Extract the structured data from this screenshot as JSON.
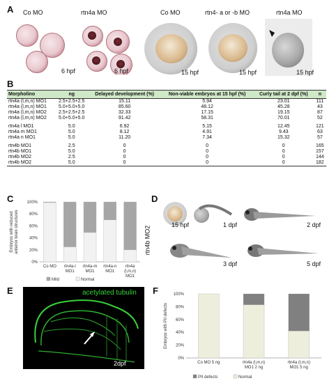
{
  "panel_letters": {
    "a": "A",
    "b": "B",
    "c": "C",
    "d": "D",
    "e": "E",
    "f": "F"
  },
  "panel_a": {
    "labels": [
      "Co MO",
      "rtn4a MO",
      "Co MO",
      "rtn4- a or -b MO",
      "rtn4a MO"
    ],
    "stages": [
      "6 hpf",
      "6 hpf",
      "15 hpf",
      "15 hpf",
      "15 hpf"
    ]
  },
  "table": {
    "headers": [
      "Morpholino",
      "ng",
      "Delayed development (%)",
      "Non-viable embryos at 15 hpf (%)",
      "Curly tail at 2 dpf (%)",
      "n"
    ],
    "rows": [
      [
        "rtn4a (l,m,n) MO1",
        "2.5+2.5+2.5",
        "15.11",
        "5.94",
        "23.01",
        "111"
      ],
      [
        "rtn4a (l,m,n) MO1",
        "5.0+5.0+5.0",
        "85.60",
        "48.12",
        "45.28",
        "43"
      ],
      [
        "rtn4a (l,m,n) MO2",
        "2.5+2.5+2.5",
        "32.33",
        "17.15",
        "19.15",
        "87"
      ],
      [
        "rtn4a (l,m,n) MO2",
        "5.0+5.0+5.0",
        "91.42",
        "58.31",
        "70.01",
        "52"
      ],
      [
        "rtn4a l MO1",
        "5.0",
        "6.92",
        "5.15",
        "12.45",
        "121"
      ],
      [
        "rtn4a m MO1",
        "5.0",
        "8.12",
        "4.91",
        "9.43",
        "63"
      ],
      [
        "rtn4a n MO1",
        "5.0",
        "11.20",
        "7.34",
        "15.32",
        "57"
      ],
      [
        "rtn4b MO1",
        "2.5",
        "0",
        "0",
        "0",
        "165"
      ],
      [
        "rtn4b MO1",
        "5.0",
        "0",
        "0",
        "0",
        "157"
      ],
      [
        "rtn4b MO2",
        "2.5",
        "0",
        "0",
        "0",
        "144"
      ],
      [
        "rtn4b MO2",
        "5.0",
        "0",
        "0",
        "0",
        "182"
      ]
    ]
  },
  "chart_data": [
    {
      "type": "bar",
      "stacked": true,
      "ylabel": "Embryos with reduced anterior brain structures",
      "yticks": [
        "0%",
        "20%",
        "40%",
        "60%",
        "80%",
        "100%"
      ],
      "ylim": [
        0,
        100
      ],
      "categories": [
        "Co MO",
        "rtn4a-l MO1",
        "rtn4a-m MO1",
        "rtn4a-n MO1",
        "rtn4a (l,m,n) MO1"
      ],
      "category_lines": [
        [
          "Co MO"
        ],
        [
          "rtn4a-l",
          "MO1"
        ],
        [
          "rtn4a-m",
          "MO1"
        ],
        [
          "rtn4a-n",
          "MO1"
        ],
        [
          "rtn4a",
          "(l,m,n)",
          "MO1"
        ]
      ],
      "series": [
        {
          "name": "Normal",
          "values": [
            99,
            25,
            49,
            70,
            20
          ],
          "color": "#f2f2f2"
        },
        {
          "name": "Mild",
          "values": [
            1,
            75,
            51,
            30,
            80
          ],
          "color": "#a6a6a6"
        }
      ],
      "legend": [
        "Mild",
        "Normal"
      ],
      "legend_position": "bottom"
    },
    {
      "type": "bar",
      "stacked": true,
      "ylabel": "Embryos with PII defects",
      "yticks": [
        "0%",
        "20%",
        "40%",
        "60%",
        "80%",
        "100%"
      ],
      "ylim": [
        0,
        100
      ],
      "categories": [
        "Co MO 5 ng",
        "rtn4a (l,m,n) MO1 2 ng",
        "rtn4a (l,m,n) MO1 5 ng"
      ],
      "category_lines": [
        [
          "Co MO 5 ng"
        ],
        [
          "rtn4a (l,m,n)",
          "MO1 2 ng"
        ],
        [
          "rtn4a (l,m,n)",
          "MO1 5 ng"
        ]
      ],
      "series": [
        {
          "name": "Normal",
          "values": [
            100,
            83,
            42
          ],
          "color": "#eeeedd"
        },
        {
          "name": "PII defects",
          "values": [
            0,
            17,
            58
          ],
          "color": "#808080"
        }
      ],
      "legend": [
        "PII defects",
        "Normal"
      ],
      "legend_position": "bottom"
    }
  ],
  "panel_d": {
    "side_label": "rtn4b MO2",
    "stages": [
      "15 hpf",
      "1 dpf",
      "2 dpf",
      "3 dpf",
      "5 dpf"
    ]
  },
  "panel_e": {
    "stain": "acetylated tubulin",
    "stage": "2dpf"
  },
  "colors": {
    "table_header": "#cfe8c7",
    "fluor": "#39d13a",
    "legend_c_mild": "#a6a6a6",
    "legend_f_pii": "#808080"
  }
}
